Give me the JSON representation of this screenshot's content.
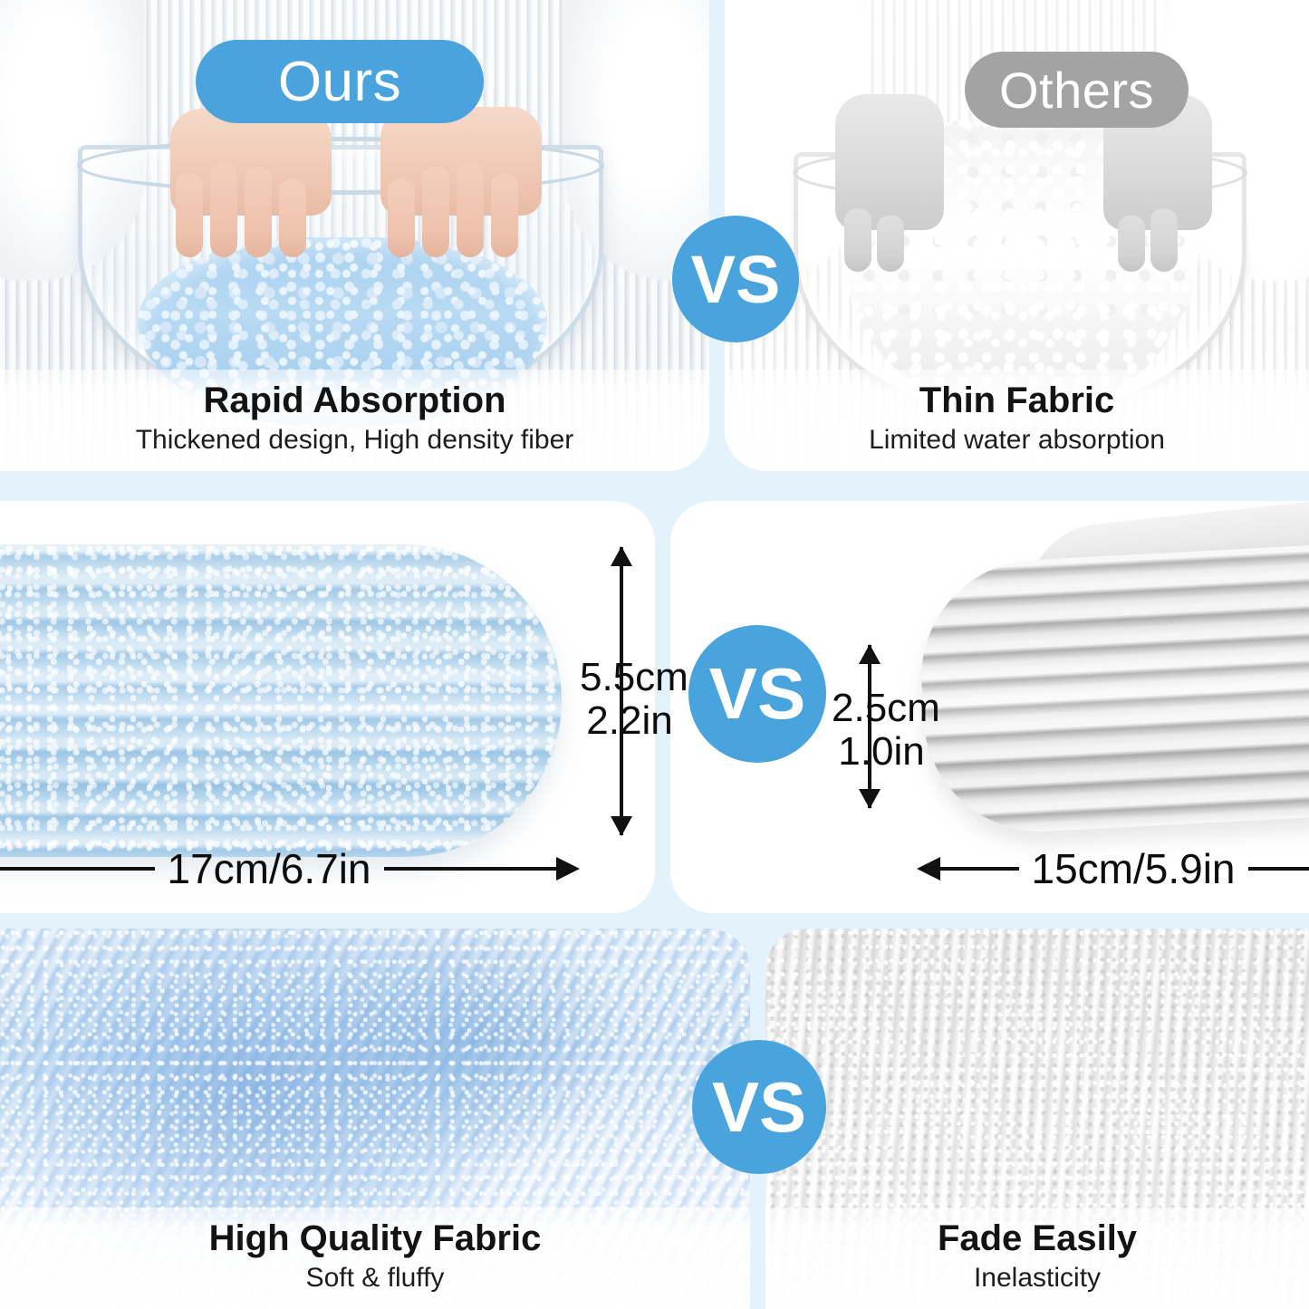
{
  "meta": {
    "layout": "3-row product comparison infographic",
    "accent_blue": "#49a3dd",
    "badge_grey": "#a3a3a3",
    "background_blue": "#e4f2fc"
  },
  "badges": {
    "ours": "Ours",
    "others": "Others"
  },
  "vs_label": "VS",
  "rows": [
    {
      "id": "absorption",
      "left": {
        "title": "Rapid Absorption",
        "subtitle": "Thickened design,  High density fiber"
      },
      "right": {
        "title": "Thin Fabric",
        "subtitle": "Limited water absorption"
      }
    },
    {
      "id": "dimensions",
      "left": {
        "thickness_cm": "5.5cm",
        "thickness_in": "2.2in",
        "width": "17cm/6.7in"
      },
      "right": {
        "thickness_cm": "2.5cm",
        "thickness_in": "1.0in",
        "width": "15cm/5.9in"
      }
    },
    {
      "id": "quality",
      "left": {
        "title": "High Quality Fabric",
        "subtitle": "Soft  & fluffy"
      },
      "right": {
        "title": "Fade Easily",
        "subtitle": "Inelasticity"
      }
    }
  ]
}
